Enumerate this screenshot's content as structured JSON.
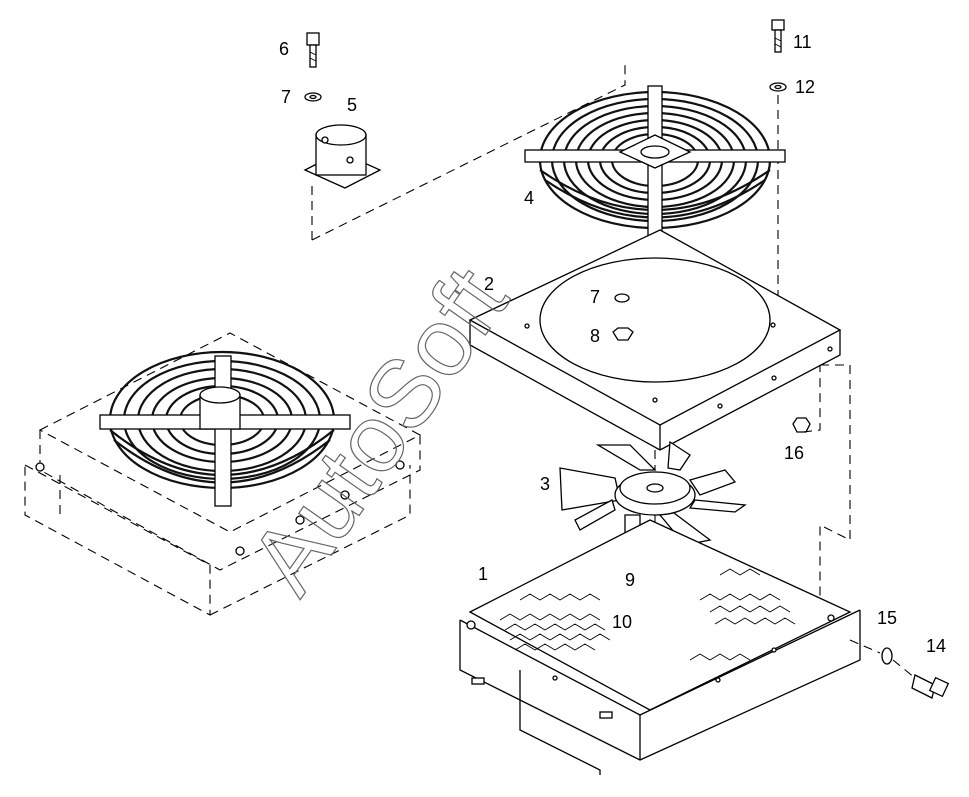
{
  "diagram": {
    "callouts": [
      {
        "id": "c1",
        "text": "1"
      },
      {
        "id": "c2",
        "text": "2"
      },
      {
        "id": "c3",
        "text": "3"
      },
      {
        "id": "c4",
        "text": "4"
      },
      {
        "id": "c5",
        "text": "5"
      },
      {
        "id": "c6",
        "text": "6"
      },
      {
        "id": "c7a",
        "text": "7"
      },
      {
        "id": "c7b",
        "text": "7"
      },
      {
        "id": "c8",
        "text": "8"
      },
      {
        "id": "c9",
        "text": "9"
      },
      {
        "id": "c10",
        "text": "10"
      },
      {
        "id": "c11",
        "text": "11"
      },
      {
        "id": "c12",
        "text": "12"
      },
      {
        "id": "c14",
        "text": "14"
      },
      {
        "id": "c15",
        "text": "15"
      },
      {
        "id": "c16",
        "text": "16"
      }
    ],
    "watermark": "AutoSoft"
  }
}
